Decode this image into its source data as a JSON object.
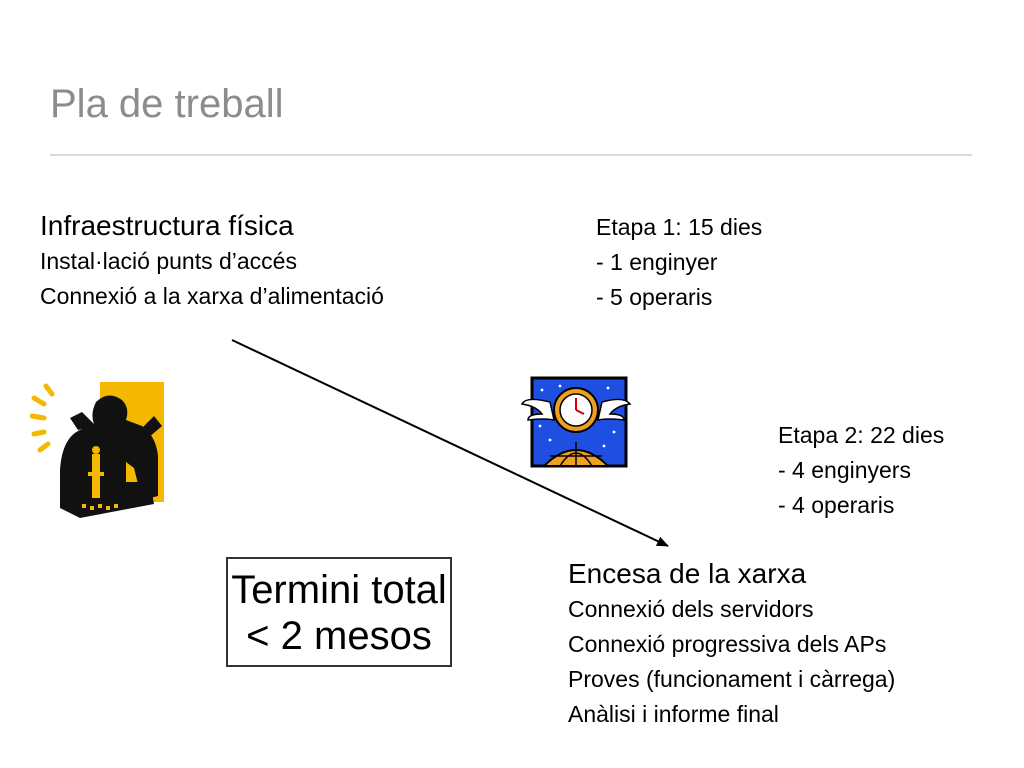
{
  "slide": {
    "title": "Pla de treball",
    "infra": {
      "heading": "Infraestructura física",
      "lines": [
        "Instal·lació punts d’accés",
        "Connexió a la xarxa d’alimentació"
      ]
    },
    "etapa1": {
      "heading": "Etapa 1: 15 dies",
      "lines": [
        "- 1 enginyer",
        "- 5 operaris"
      ]
    },
    "etapa2": {
      "heading": "Etapa 2: 22 dies",
      "lines": [
        "- 4 enginyers",
        "- 4 operaris"
      ]
    },
    "encesa": {
      "heading": "Encesa de la xarxa",
      "lines": [
        "Connexió dels servidors",
        "Connexió progressiva dels APs",
        "Proves (funcionament i càrrega)",
        "Anàlisi i informe final"
      ]
    },
    "termini": {
      "line1": "Termini total",
      "line2": "< 2 mesos"
    }
  },
  "colors": {
    "title": "#8c8c8c",
    "rule": "#d9d9d9",
    "clip_yellow": "#f5b800",
    "clip_blue": "#1f4fe0"
  },
  "icons": {
    "worker": "worker-clipart-icon",
    "clock": "winged-clock-icon"
  }
}
